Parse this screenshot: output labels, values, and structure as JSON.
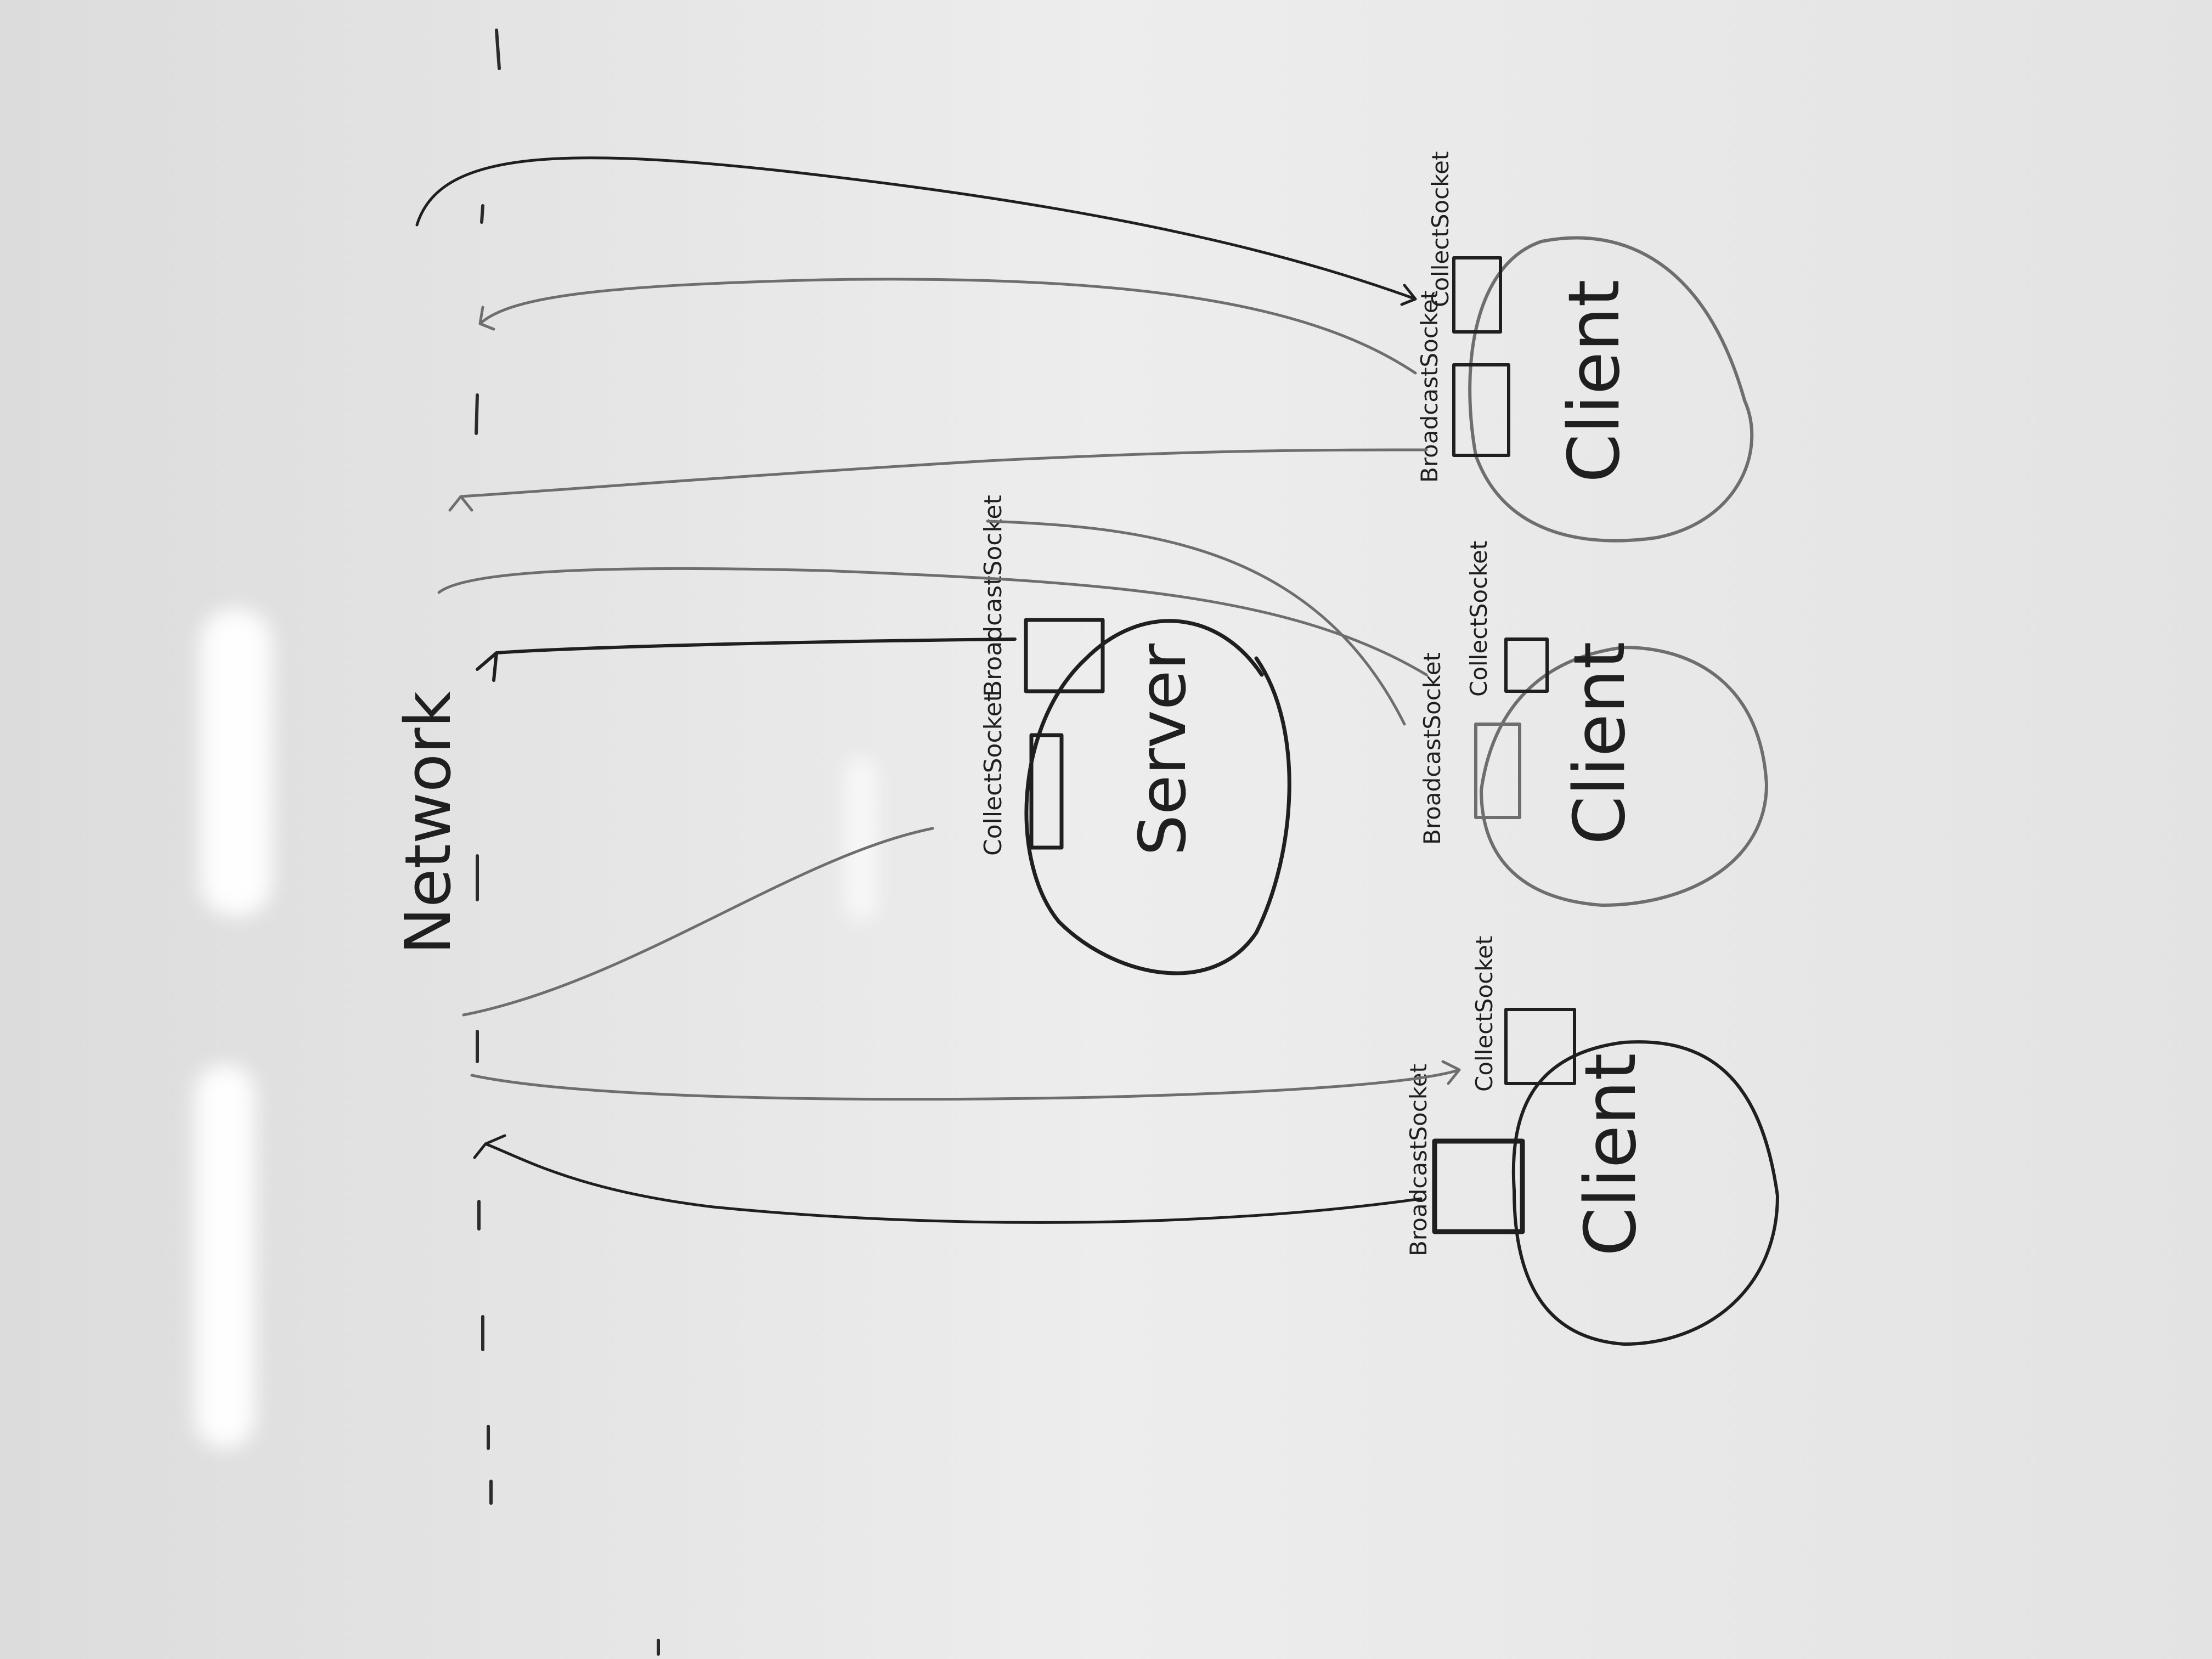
{
  "network": {
    "label": "Network"
  },
  "server": {
    "label": "Server",
    "collect_socket": "CollectSocket",
    "broadcast_socket": "BroadcastSocket"
  },
  "clients": [
    {
      "label": "Client",
      "broadcast_socket": "BroadcastSocket",
      "collect_socket": "CollectSocket"
    },
    {
      "label": "Client",
      "broadcast_socket": "BroadcastSocket",
      "collect_socket": "CollectSocket"
    },
    {
      "label": "Client",
      "broadcast_socket": "BroadcastSocket",
      "collect_socket": "CollectSocket"
    }
  ],
  "colors": {
    "board": "#e9e9e9",
    "ink": "#2b2b2b",
    "glare": "#ffffff"
  }
}
